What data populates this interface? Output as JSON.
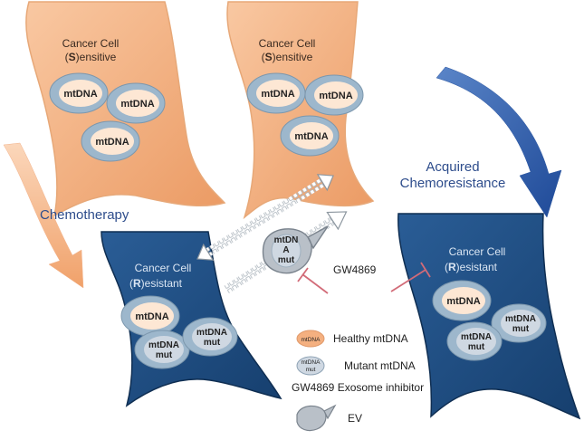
{
  "colors": {
    "sensitive_cell": "#f4b080",
    "sensitive_cell_dark": "#e58f56",
    "resistant_cell": "#1f4e82",
    "resistant_cell_dark": "#143a66",
    "mito_outer": "#9db7cc",
    "mito_inner_healthy": "#fde7d4",
    "mito_inner_mutant": "#cfd8e2",
    "ev_fill": "#b9c0c8",
    "inhibitor": "#d26b78",
    "label_blue": "#2e4d8c",
    "arrow_orange": "#f4b080",
    "arrow_blue": "#2e5aa8"
  },
  "cells": {
    "sensitive_left": {
      "line1": "Cancer Cell",
      "line2_prefix": "(",
      "line2_bold": "S",
      "line2_suffix": ")ensitive"
    },
    "sensitive_right": {
      "line1": "Cancer Cell",
      "line2_prefix": "(",
      "line2_bold": "S",
      "line2_suffix": ")ensitive"
    },
    "resistant_left": {
      "line1": "Cancer Cell",
      "line2_prefix": "(",
      "line2_bold": "R",
      "line2_suffix": ")esistant"
    },
    "resistant_right": {
      "line1": "Cancer Cell",
      "line2_prefix": "(",
      "line2_bold": "R",
      "line2_suffix": ")esistant"
    }
  },
  "mito": {
    "healthy": "mtDNA",
    "mutant_line1": "mtDNA",
    "mutant_line2": "mut"
  },
  "ev_labels": {
    "line1": "mtDN",
    "line2": "A",
    "line3": "mut"
  },
  "labels": {
    "chemotherapy": "Chemotherapy",
    "acquired_line1": "Acquired",
    "acquired_line2": "Chemoresistance",
    "gw4869": "GW4869"
  },
  "legend": {
    "healthy_icon_text": "mtDNA",
    "healthy_label": "Healthy mtDNA",
    "mutant_icon_line1": "mtDNA",
    "mutant_icon_line2": "mut",
    "mutant_label": "Mutant mtDNA",
    "inhibitor_label": "GW4869 Exosome inhibitor",
    "ev_label": "EV"
  }
}
